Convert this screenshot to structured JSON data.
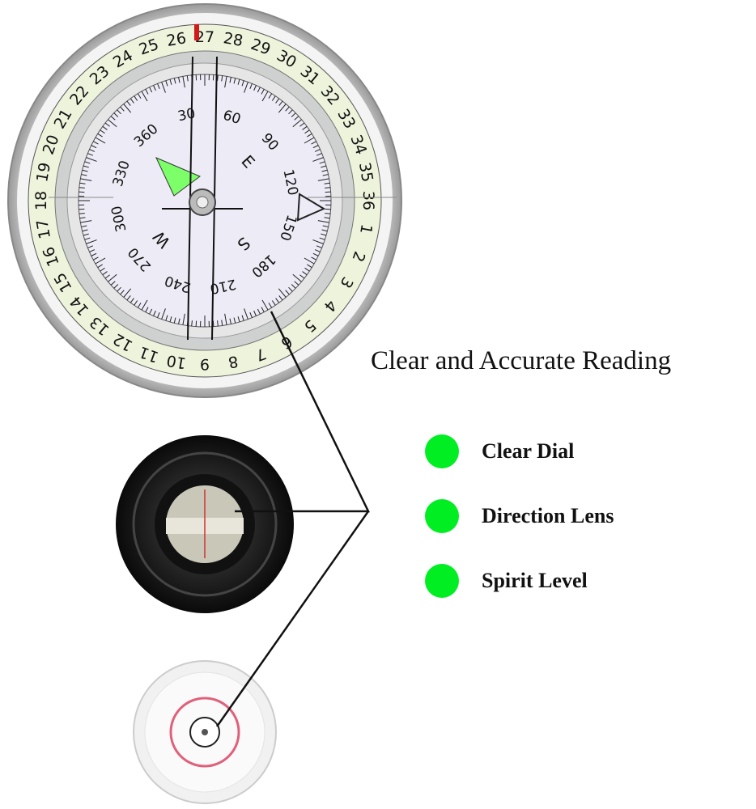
{
  "headline": "Clear and Accurate Reading",
  "features": [
    {
      "label": "Clear Dial",
      "icon": "green-dot-icon"
    },
    {
      "label": "Direction Lens",
      "icon": "green-dot-icon"
    },
    {
      "label": "Spirit Level",
      "icon": "green-dot-icon"
    }
  ],
  "colors": {
    "bullet": "#00ee22",
    "dial_glow": "#eef3dc",
    "pointer": "#7dff6a",
    "index_mark": "#d21a1a"
  },
  "compass": {
    "bezel_numbers": [
      "1",
      "2",
      "3",
      "4",
      "5",
      "6",
      "7",
      "8",
      "9",
      "10",
      "11",
      "12",
      "13",
      "14",
      "15",
      "16",
      "17",
      "18",
      "19",
      "20",
      "21",
      "22",
      "23",
      "24",
      "25",
      "26",
      "27",
      "28",
      "29",
      "30",
      "31",
      "32",
      "33",
      "34",
      "35",
      "36"
    ],
    "dial_numbers": [
      "360",
      "30",
      "60",
      "90",
      "120",
      "150",
      "180",
      "210",
      "240",
      "270",
      "300",
      "330"
    ],
    "dial_letters": [
      "E",
      "S",
      "W"
    ]
  }
}
